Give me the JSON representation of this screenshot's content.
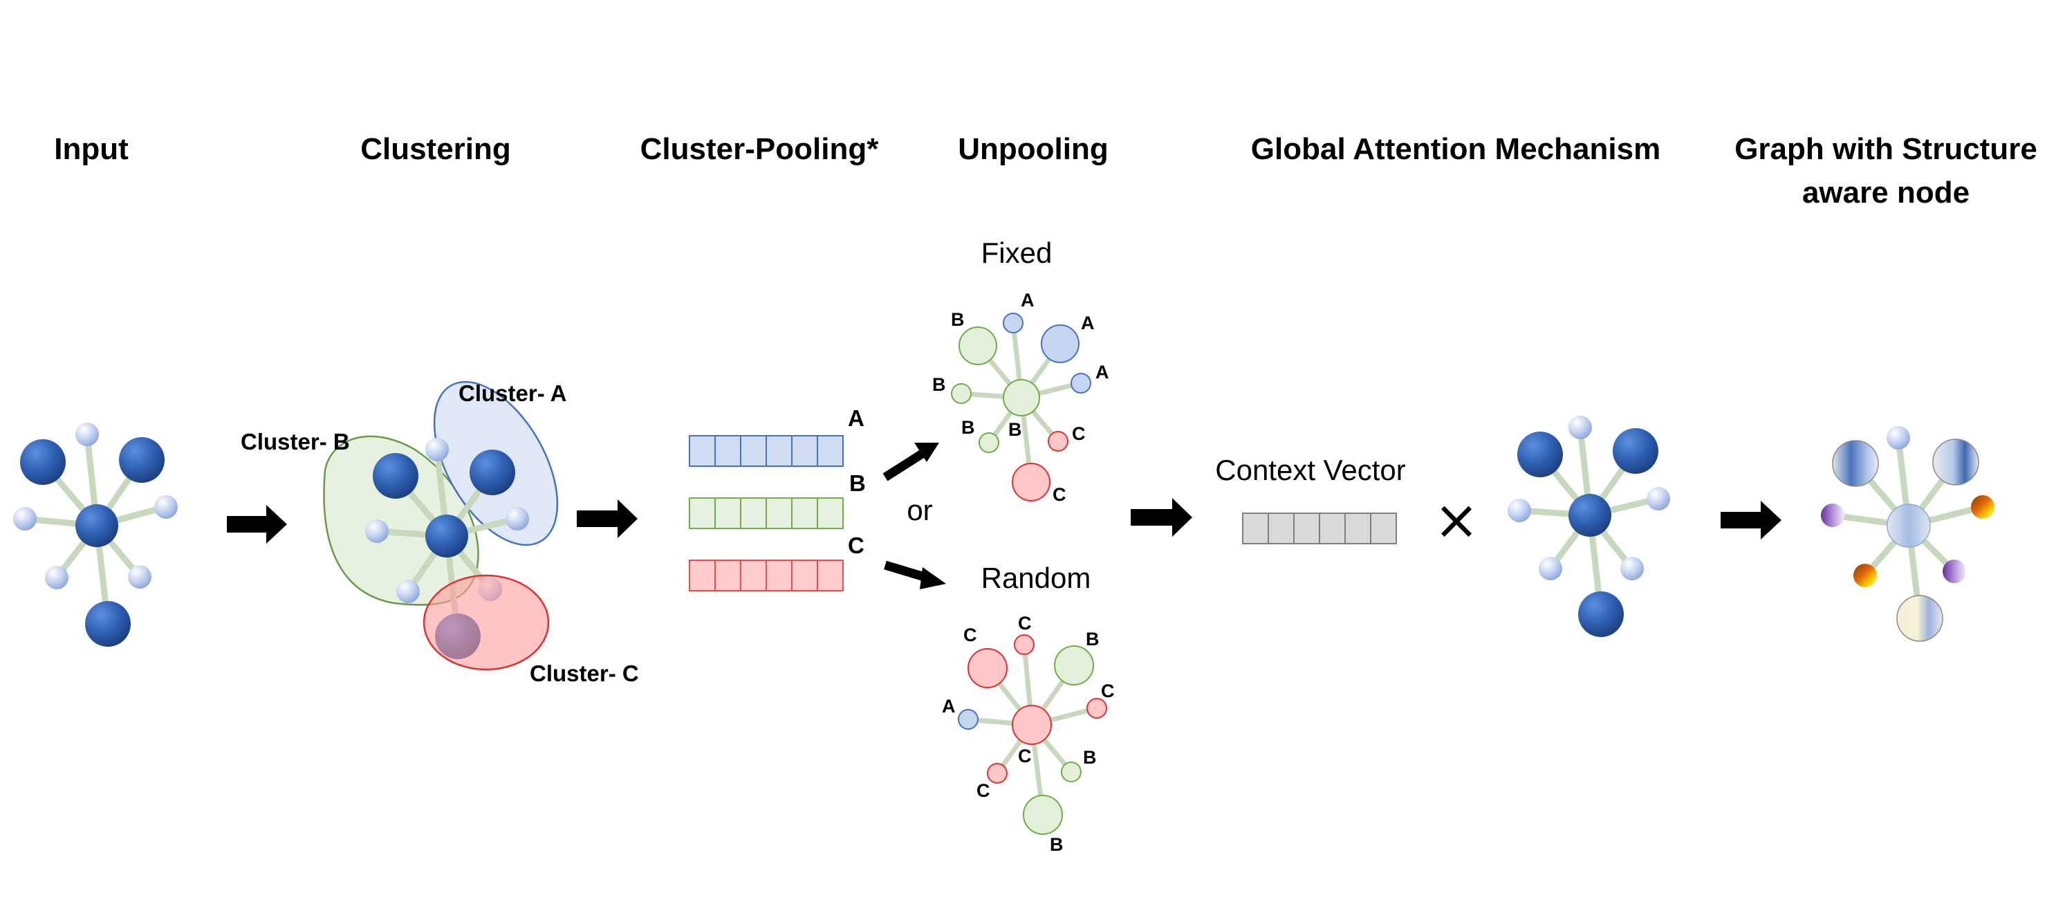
{
  "stages": {
    "input": "Input",
    "clustering": "Clustering",
    "cluster_pooling": "Cluster-Pooling*",
    "unpooling": "Unpooling",
    "global_attention": "Global Attention Mechanism",
    "graph_structure_line1": "Graph with Structure",
    "graph_structure_line2": "aware node"
  },
  "clusters": {
    "a": "Cluster- A",
    "b": "Cluster- B",
    "c": "Cluster- C"
  },
  "pooled_vectors": {
    "a": "A",
    "b": "B",
    "c": "C"
  },
  "unpooling": {
    "fixed": "Fixed",
    "or": "or",
    "random": "Random",
    "fixed_letters": [
      "A",
      "B",
      "A",
      "A",
      "B",
      "B",
      "B",
      "C",
      "C"
    ],
    "random_letters": [
      "C",
      "C",
      "B",
      "C",
      "A",
      "C",
      "C",
      "B",
      "B"
    ]
  },
  "attention": {
    "context_vector": "Context Vector",
    "times": "×"
  },
  "colors": {
    "node_dark": "#2f5597",
    "node_light": "#b4c7e7",
    "cluster_a_fill": "#dae3f3",
    "cluster_b_fill": "#e2efd9",
    "cluster_c_fill": "#ffc7c7",
    "vector_a": "#cfdcf2",
    "vector_b": "#e7f1df",
    "vector_c": "#ffcccc",
    "context": "#d9d9d9",
    "edge": "#c7d8bd"
  }
}
